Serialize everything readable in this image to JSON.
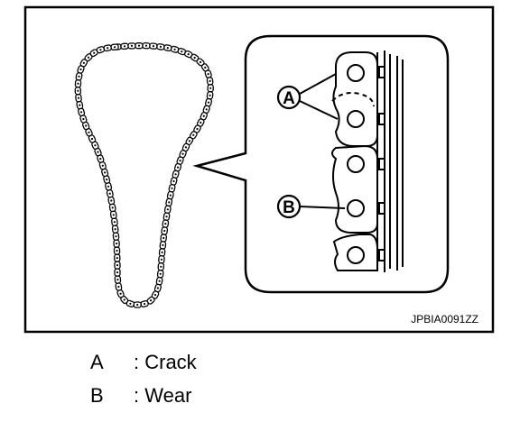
{
  "figure": {
    "code": "JPBIA0091ZZ",
    "callout_a": "A",
    "callout_b": "B"
  },
  "legend": [
    {
      "key": "A",
      "desc": ": Crack"
    },
    {
      "key": "B",
      "desc": ": Wear"
    }
  ],
  "colors": {
    "line": "#000000",
    "background": "#ffffff"
  }
}
